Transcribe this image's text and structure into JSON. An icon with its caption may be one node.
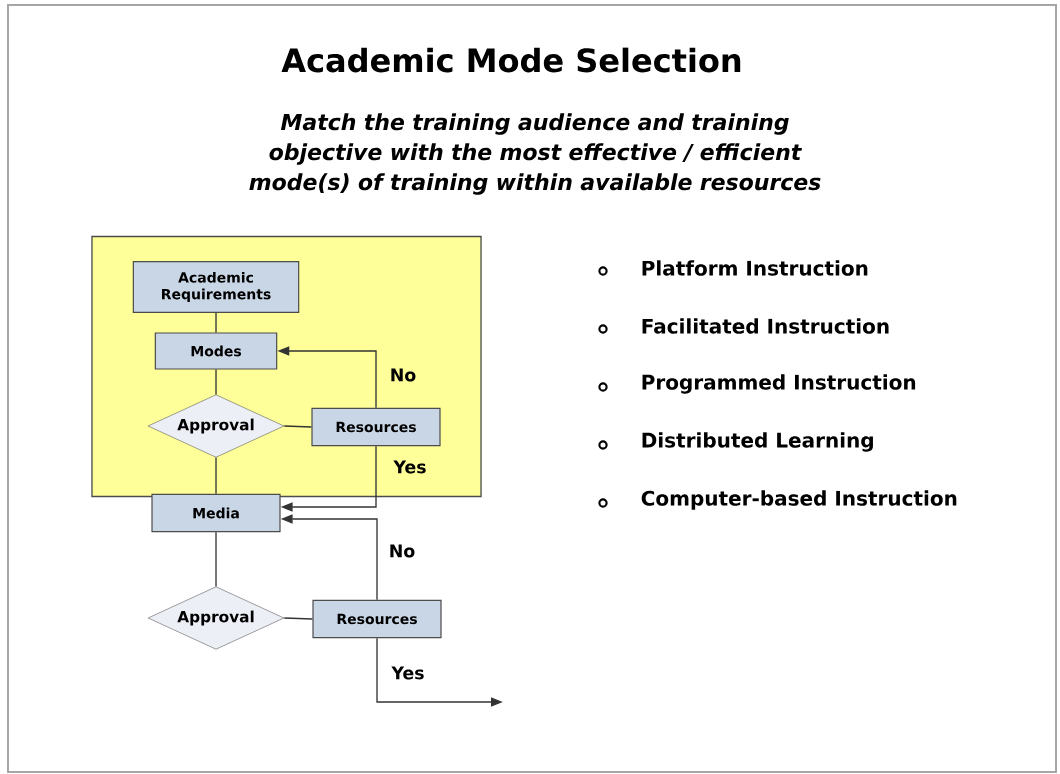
{
  "diagram": {
    "title": "Academic Mode Selection",
    "nodes": [
      {
        "text": [],
        "shape": "box"
      },
      {
        "text": [
          "Academic Requirements"
        ],
        "in": 0
      },
      {
        "text": [
          "Modes"
        ],
        "in": 0
      },
      {
        "text": [
          "Approval"
        ],
        "in": 0
      },
      {
        "text": [
          "Resources"
        ],
        "in": 0
      },
      {
        "text": [
          "Media"
        ]
      },
      {
        "text": [
          "Approval"
        ]
      },
      {
        "text": [
          "Resources"
        ]
      }
    ],
    "edges": [
      {
        "from": 1,
        "to": 2,
        "arrow": "none"
      },
      {
        "from": 2,
        "to": 3,
        "arrow": "none"
      },
      {
        "from": 3,
        "to": 4,
        "arrow": "none"
      },
      {
        "from": 4,
        "to": 2,
        "arrow": "to",
        "label": "No"
      },
      {
        "from": 4,
        "to": 5,
        "arrow": "to",
        "label": "Yes"
      },
      {
        "from": 3,
        "to": 5,
        "arrow": "none"
      },
      {
        "from": 5,
        "to": 6,
        "arrow": "none"
      },
      {
        "from": 6,
        "to": 7,
        "arrow": "none"
      },
      {
        "from": 7,
        "to": 5,
        "arrow": "to",
        "label": "No"
      },
      {
        "from": 7,
        "to": null,
        "arrow": "to",
        "label": "Yes"
      }
    ],
    "labels": [
      "Match the training audience and training objective with the most effective / efficient mode(s) of training within available resources",
      "Platform Instruction",
      "Facilitated Instruction",
      "Programmed Instruction",
      "Distributed Learning",
      "Computer-based Instruction"
    ]
  }
}
